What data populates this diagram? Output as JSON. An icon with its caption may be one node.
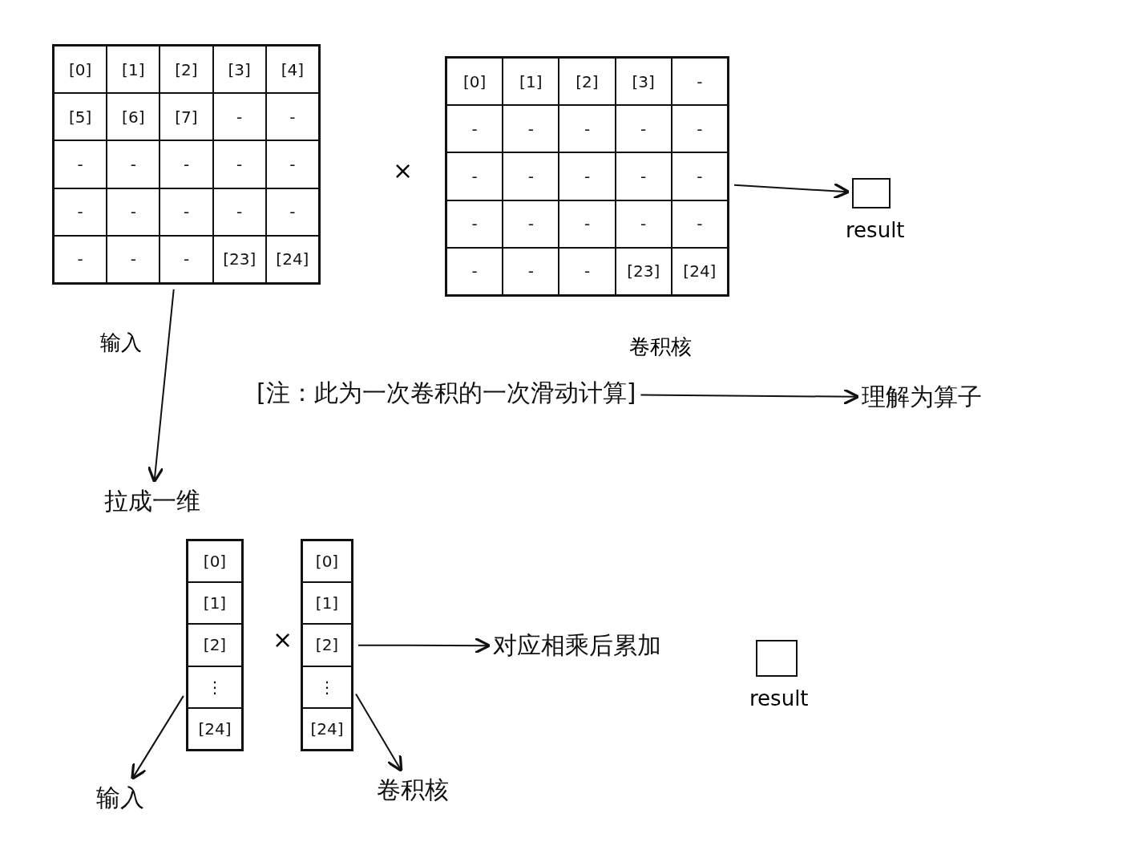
{
  "diagram": {
    "nodes": [
      {
        "text": [],
        "shape": "box",
        "beside": [
          "输入"
        ]
      },
      {
        "text": [
          "[0]"
        ],
        "in": 0
      },
      {
        "text": [
          "[1]"
        ],
        "in": 0
      },
      {
        "text": [
          "[2]"
        ],
        "in": 0
      },
      {
        "text": [
          "[3]"
        ],
        "in": 0
      },
      {
        "text": [
          "[4]"
        ],
        "in": 0
      },
      {
        "text": [
          "[5]"
        ],
        "in": 0
      },
      {
        "text": [
          "[6]"
        ],
        "in": 0
      },
      {
        "text": [
          "[7]"
        ],
        "in": 0
      },
      {
        "text": [
          "-"
        ],
        "in": 0
      },
      {
        "text": [
          "-"
        ],
        "in": 0
      },
      {
        "text": [
          "-"
        ],
        "in": 0
      },
      {
        "text": [
          "-"
        ],
        "in": 0
      },
      {
        "text": [
          "-"
        ],
        "in": 0
      },
      {
        "text": [
          "-"
        ],
        "in": 0
      },
      {
        "text": [
          "-"
        ],
        "in": 0
      },
      {
        "text": [
          "-"
        ],
        "in": 0
      },
      {
        "text": [
          "-"
        ],
        "in": 0
      },
      {
        "text": [
          "-"
        ],
        "in": 0
      },
      {
        "text": [
          "-"
        ],
        "in": 0
      },
      {
        "text": [
          "-"
        ],
        "in": 0
      },
      {
        "text": [
          "-"
        ],
        "in": 0
      },
      {
        "text": [
          "-"
        ],
        "in": 0
      },
      {
        "text": [
          "-"
        ],
        "in": 0
      },
      {
        "text": [
          "[23]"
        ],
        "in": 0
      },
      {
        "text": [
          "[24]"
        ],
        "in": 0
      },
      {
        "text": [],
        "shape": "box",
        "beside": [
          "卷积核"
        ]
      },
      {
        "text": [
          "[0]"
        ],
        "in": 26
      },
      {
        "text": [
          "[1]"
        ],
        "in": 26
      },
      {
        "text": [
          "[2]"
        ],
        "in": 26
      },
      {
        "text": [
          "[3]"
        ],
        "in": 26
      },
      {
        "text": [
          "-"
        ],
        "in": 26
      },
      {
        "text": [
          "-"
        ],
        "in": 26
      },
      {
        "text": [
          "-"
        ],
        "in": 26
      },
      {
        "text": [
          "-"
        ],
        "in": 26
      },
      {
        "text": [
          "-"
        ],
        "in": 26
      },
      {
        "text": [
          "-"
        ],
        "in": 26
      },
      {
        "text": [
          "-"
        ],
        "in": 26
      },
      {
        "text": [
          "-"
        ],
        "in": 26
      },
      {
        "text": [
          "-"
        ],
        "in": 26
      },
      {
        "text": [
          "-"
        ],
        "in": 26
      },
      {
        "text": [
          "-"
        ],
        "in": 26
      },
      {
        "text": [
          "-"
        ],
        "in": 26
      },
      {
        "text": [
          "-"
        ],
        "in": 26
      },
      {
        "text": [
          "-"
        ],
        "in": 26
      },
      {
        "text": [
          "-"
        ],
        "in": 26
      },
      {
        "text": [
          "-"
        ],
        "in": 26
      },
      {
        "text": [
          "-"
        ],
        "in": 26
      },
      {
        "text": [
          "-"
        ],
        "in": 26
      },
      {
        "text": [
          "-"
        ],
        "in": 26
      },
      {
        "text": [
          "[23]"
        ],
        "in": 26
      },
      {
        "text": [
          "[24]"
        ],
        "in": 26
      },
      {
        "text": [],
        "shape": "box",
        "beside": [
          "result"
        ]
      },
      {
        "text": [
          "[注：此为一次卷积的一次滑动计算]"
        ]
      },
      {
        "text": [
          "理解为算子"
        ]
      },
      {
        "text": [
          "拉成一维"
        ]
      },
      {
        "text": [],
        "shape": "box"
      },
      {
        "text": [
          "[0]"
        ],
        "in": 56
      },
      {
        "text": [
          "[1]"
        ],
        "in": 56
      },
      {
        "text": [
          "[2]"
        ],
        "in": 56
      },
      {
        "text": [
          "⋮"
        ],
        "in": 56
      },
      {
        "text": [
          "[24]"
        ],
        "in": 56
      },
      {
        "text": [],
        "shape": "box"
      },
      {
        "text": [
          "[0]"
        ],
        "in": 62
      },
      {
        "text": [
          "[1]"
        ],
        "in": 62
      },
      {
        "text": [
          "[2]"
        ],
        "in": 62
      },
      {
        "text": [
          "⋮"
        ],
        "in": 62
      },
      {
        "text": [
          "[24]"
        ],
        "in": 62
      },
      {
        "text": [
          "对应相乘后累加"
        ]
      },
      {
        "text": [],
        "shape": "box",
        "beside": [
          "result"
        ]
      },
      {
        "text": [
          "输入"
        ]
      },
      {
        "text": [
          "卷积核"
        ]
      }
    ],
    "edges": [
      {
        "from": 26,
        "to": 52,
        "arrow": "to"
      },
      {
        "from": 0,
        "to": 55,
        "arrow": "to"
      },
      {
        "from": 53,
        "to": 54,
        "arrow": "to"
      },
      {
        "from": 62,
        "to": 68,
        "arrow": "to"
      },
      {
        "from": 56,
        "to": 70,
        "arrow": "to"
      },
      {
        "from": 62,
        "to": 71,
        "arrow": "to"
      }
    ],
    "labels": [
      "×",
      "×"
    ]
  }
}
